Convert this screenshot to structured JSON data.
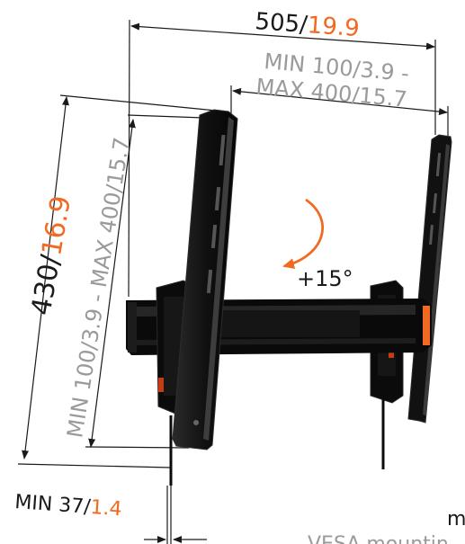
{
  "colors": {
    "ink": "#1a1a1a",
    "accent": "#f26a21",
    "grey_text": "#9a9a9a",
    "mount_body": "#0c0c0c",
    "mount_edge": "#2b2b2b"
  },
  "dimensions": {
    "width": {
      "main": "505/",
      "accent": "19.9"
    },
    "vesa_width": {
      "line1": "MIN 100/3.9 -",
      "line2": "MAX 400/15.7"
    },
    "height": {
      "main": "430/",
      "accent": "16.9"
    },
    "vesa_height": "MIN 100/3.9 - MAX 400/15.7",
    "wall_distance": {
      "main": "MIN 37/",
      "accent": "1.4"
    },
    "tilt": "+15°"
  },
  "cropped_text": {
    "line1": "m",
    "line2": "VESA mountin"
  }
}
